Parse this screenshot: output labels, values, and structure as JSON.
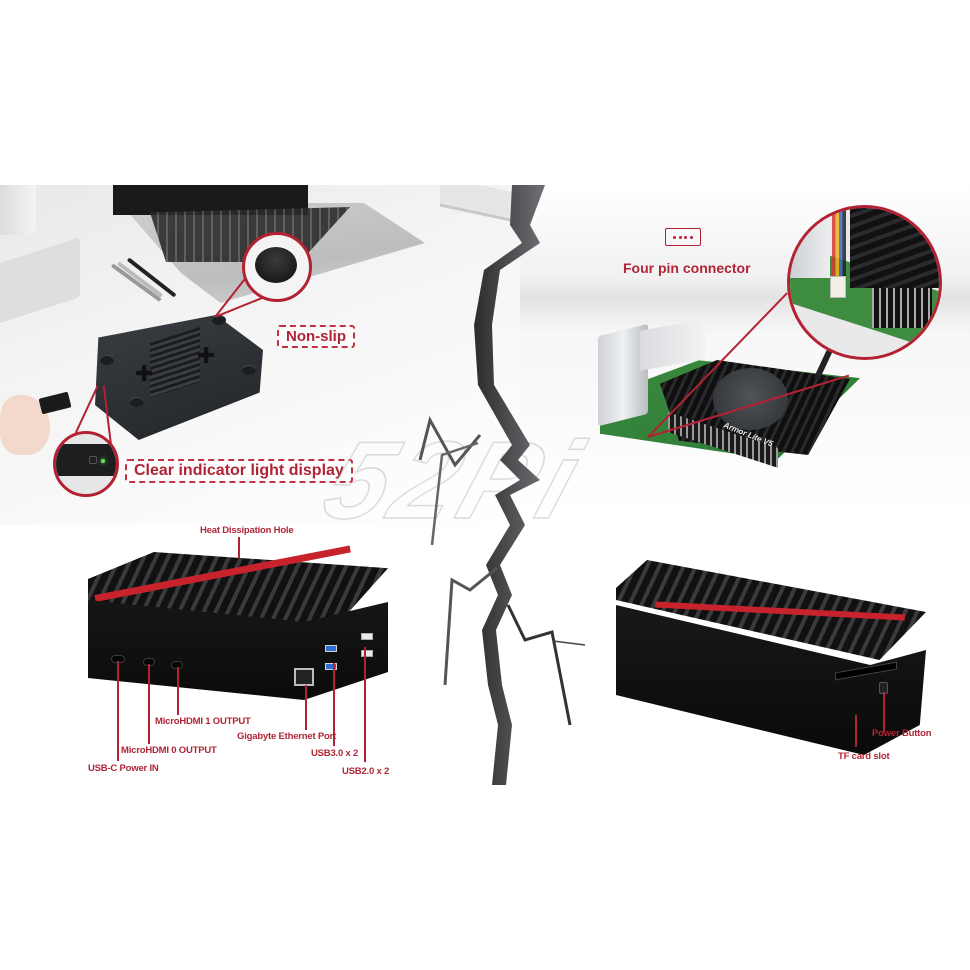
{
  "watermark": "52Pi",
  "top_left": {
    "callouts": {
      "non_slip": "Non-slip",
      "indicator": "Clear indicator light display"
    },
    "icons": [
      "rubber-foot-zoom",
      "green-led-zoom",
      "microsd-card",
      "laptop"
    ]
  },
  "top_right": {
    "callout": "Four pin connector",
    "heatsink_label": "Armor Lite V5",
    "icons": [
      "four-pin-connector-icon",
      "fan-heatsink",
      "connector-zoom"
    ]
  },
  "bottom_left": {
    "top_label": "Heat Dissipation Hole",
    "ports": [
      {
        "label": "USB-C Power IN"
      },
      {
        "label": "MicroHDMI 0 OUTPUT"
      },
      {
        "label": "MicroHDMI 1 OUTPUT"
      },
      {
        "label": "Gigabyte Ethernet Port"
      },
      {
        "label": "USB3.0 x 2"
      },
      {
        "label": "USB2.0 x 2"
      }
    ]
  },
  "bottom_right": {
    "ports": [
      {
        "label": "Power Button"
      },
      {
        "label": "TF card slot"
      }
    ]
  },
  "colors": {
    "accent_red": "#b02536",
    "lid_stripe": "#c8232c",
    "case_black": "#111111",
    "led_green": "#69e05a",
    "usb3_blue": "#2f6fd0"
  }
}
